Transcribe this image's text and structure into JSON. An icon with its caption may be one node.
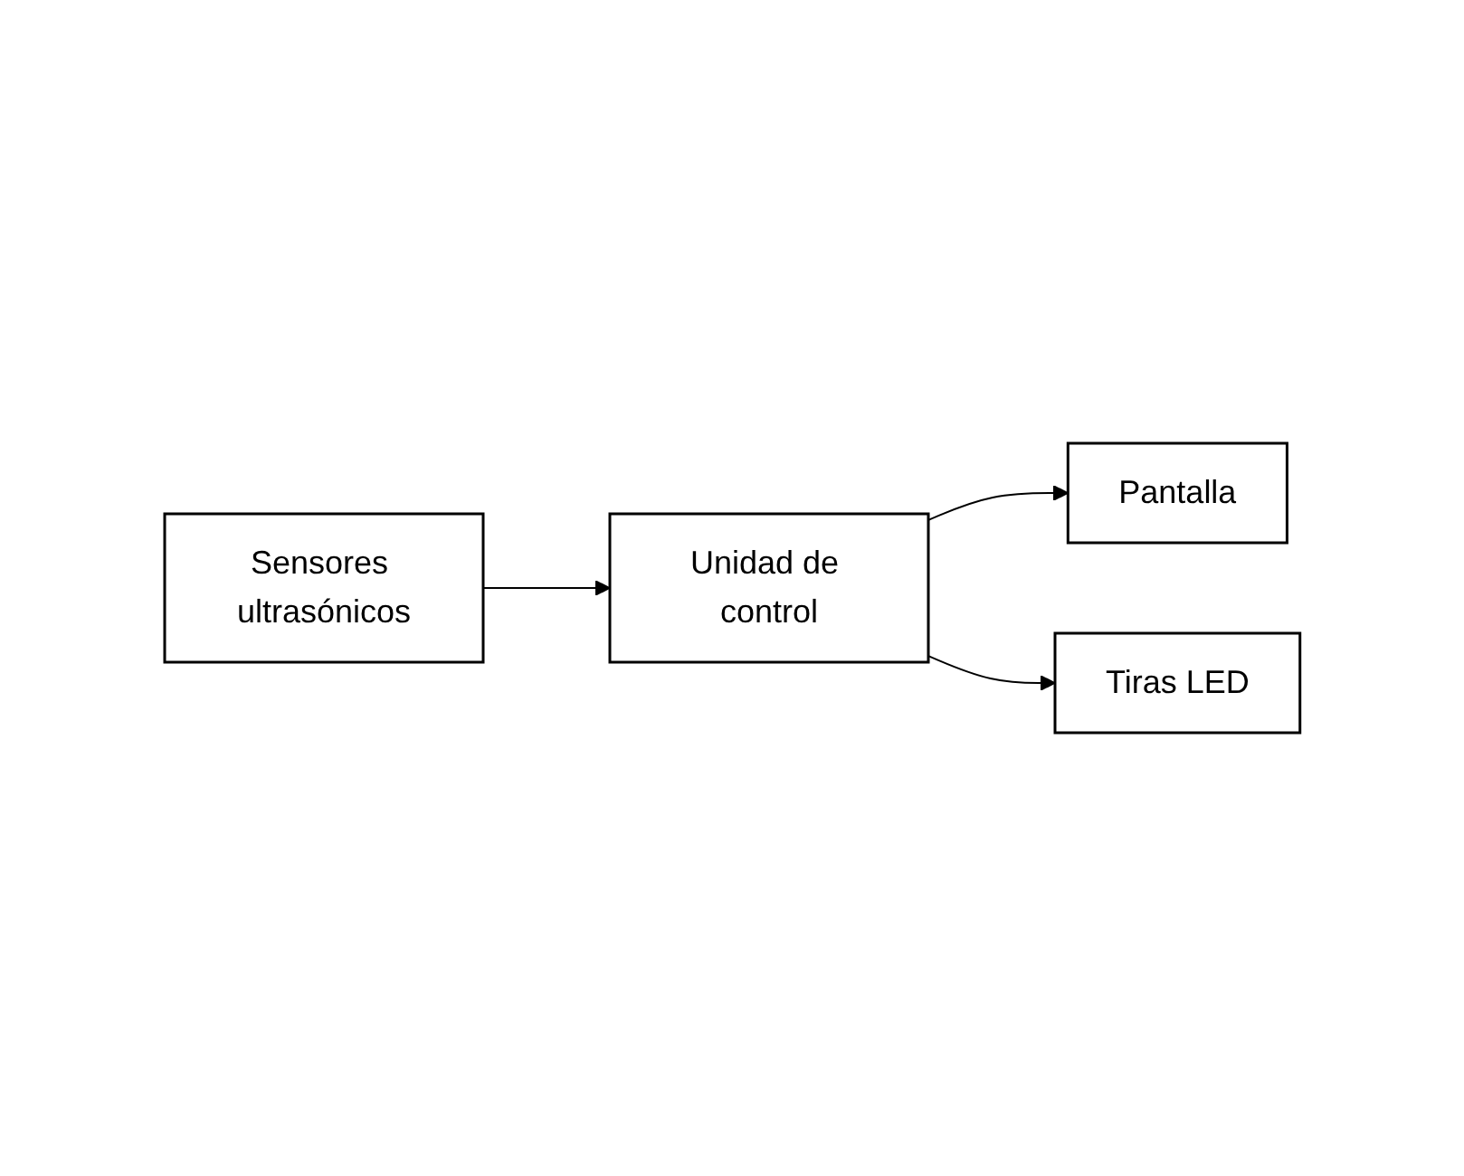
{
  "diagram": {
    "nodes": [
      {
        "text": [
          "Sensores ultrasónicos"
        ]
      },
      {
        "text": [
          "Unidad de control"
        ]
      },
      {
        "text": [
          "Pantalla"
        ]
      },
      {
        "text": [
          "Tiras LED"
        ]
      }
    ],
    "edges": [
      {
        "from": 0,
        "to": 1,
        "arrow": "to"
      },
      {
        "from": 1,
        "to": 2,
        "arrow": "to"
      },
      {
        "from": 1,
        "to": 3,
        "arrow": "to"
      }
    ]
  }
}
